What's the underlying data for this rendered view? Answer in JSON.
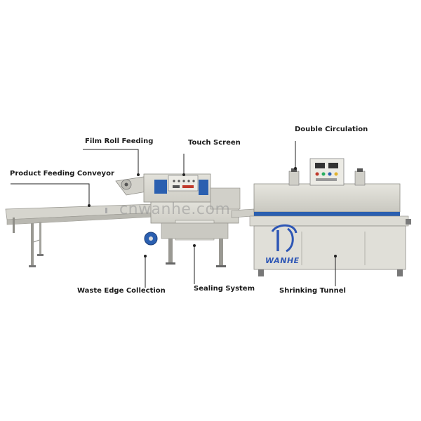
{
  "labels": {
    "film_roll_feeding": "Film Roll Feeding",
    "touch_screen": "Touch Screen",
    "double_circulation": "Double Circulation",
    "product_feeding_conveyor": "Product Feeding Conveyor",
    "waste_edge_collection": "Waste Edge Collection",
    "sealing_system": "Sealing System",
    "shrinking_tunnel": "Shrinking Tunnel"
  },
  "watermark": "cnwanhe.com",
  "logo": {
    "name": "WANHE"
  },
  "colors": {
    "accent_blue": "#2d56b5",
    "machine_body": "#d9d8d1",
    "label_text": "#1a1a1a"
  }
}
